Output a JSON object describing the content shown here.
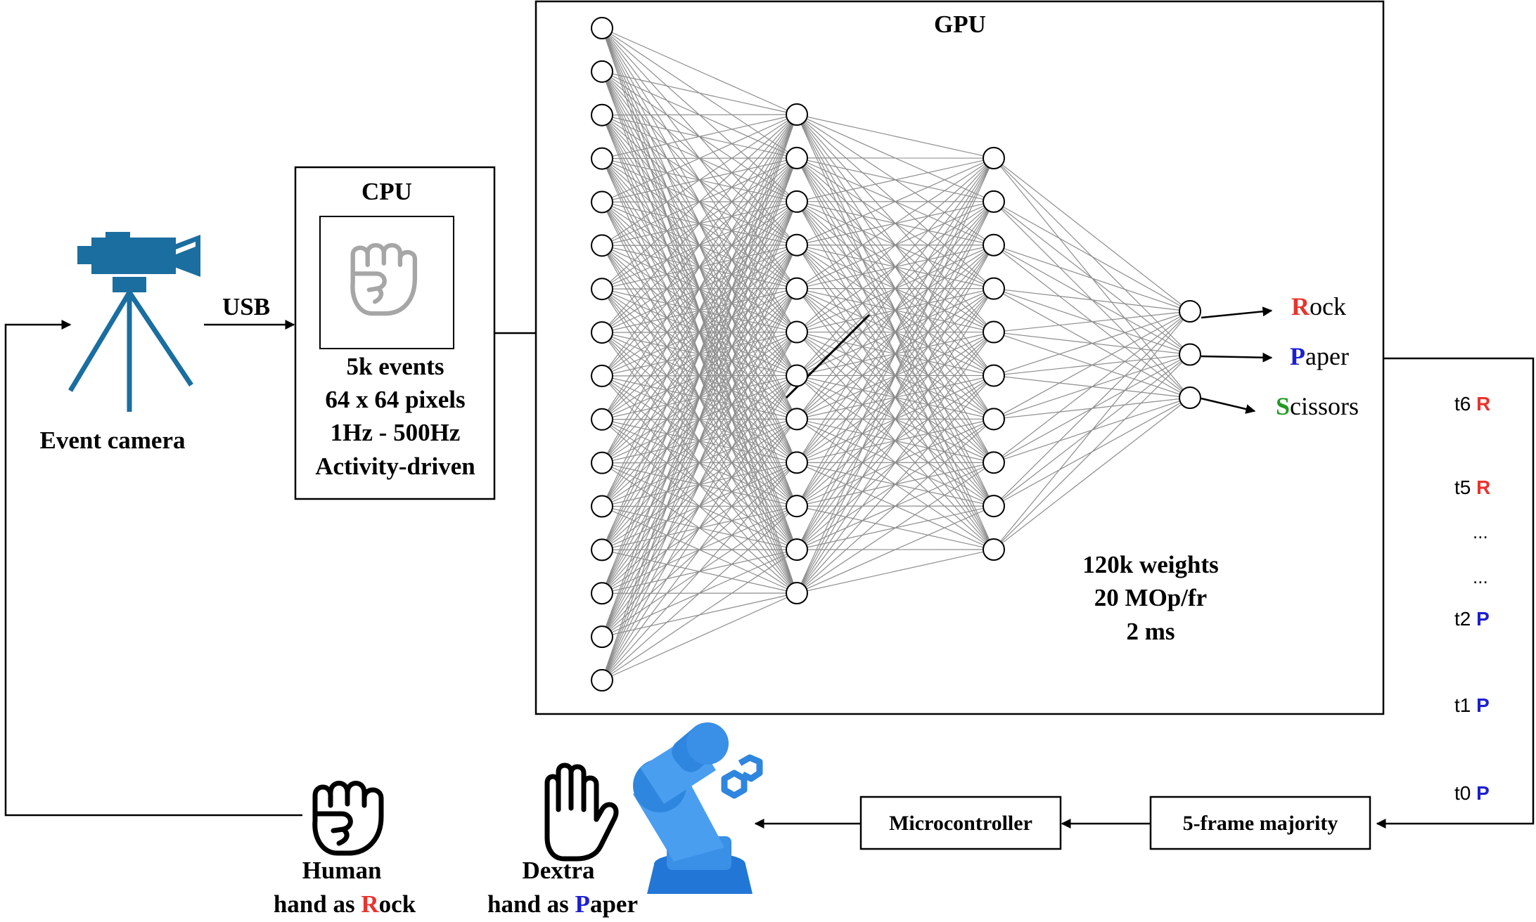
{
  "colors": {
    "rock": "#e8332e",
    "paper": "#1c1fd0",
    "scissors": "#229a22",
    "camera": "#1a6ea0",
    "robot": "#2e86de",
    "line": "#000000",
    "network_edge": "#8c8c8c",
    "fist_icon": "#a6a6a6"
  },
  "camera": {
    "icon": "video-camera-tripod-icon",
    "label": "Event camera"
  },
  "usb_label": "USB",
  "cpu": {
    "title": "CPU",
    "icon": "fist-icon",
    "lines": [
      "5k events",
      "64 x 64 pixels",
      "1Hz - 500Hz",
      "Activity-driven"
    ]
  },
  "gpu": {
    "title": "GPU",
    "layer_sizes": [
      16,
      12,
      10,
      3
    ],
    "stats": [
      "120k weights",
      "20 MOp/fr",
      "2 ms"
    ],
    "outputs": [
      {
        "initial": "R",
        "rest": "ock",
        "color_key": "rock"
      },
      {
        "initial": "P",
        "rest": "aper",
        "color_key": "paper"
      },
      {
        "initial": "S",
        "rest": "cissors",
        "color_key": "scissors"
      }
    ]
  },
  "timeline": [
    {
      "time": "t6",
      "label": "R",
      "color_key": "rock"
    },
    {
      "time": "t5",
      "label": "R",
      "color_key": "rock"
    },
    {
      "time": "...",
      "label": ""
    },
    {
      "time": "...",
      "label": ""
    },
    {
      "time": "t2",
      "label": "P",
      "color_key": "paper"
    },
    {
      "time": "t1",
      "label": "P",
      "color_key": "paper"
    },
    {
      "time": "t0",
      "label": "P",
      "color_key": "paper"
    }
  ],
  "majority_label": "5-frame majority",
  "microcontroller_label": "Microcontroller",
  "robot": {
    "icon": "robot-arm-icon"
  },
  "dextra": {
    "icon": "open-hand-icon",
    "line1": "Dextra",
    "line2_prefix": "hand as ",
    "initial": "P",
    "rest": "aper"
  },
  "human": {
    "icon": "fist-icon",
    "line1": "Human",
    "line2_prefix": "hand as ",
    "initial": "R",
    "rest": "ock"
  }
}
